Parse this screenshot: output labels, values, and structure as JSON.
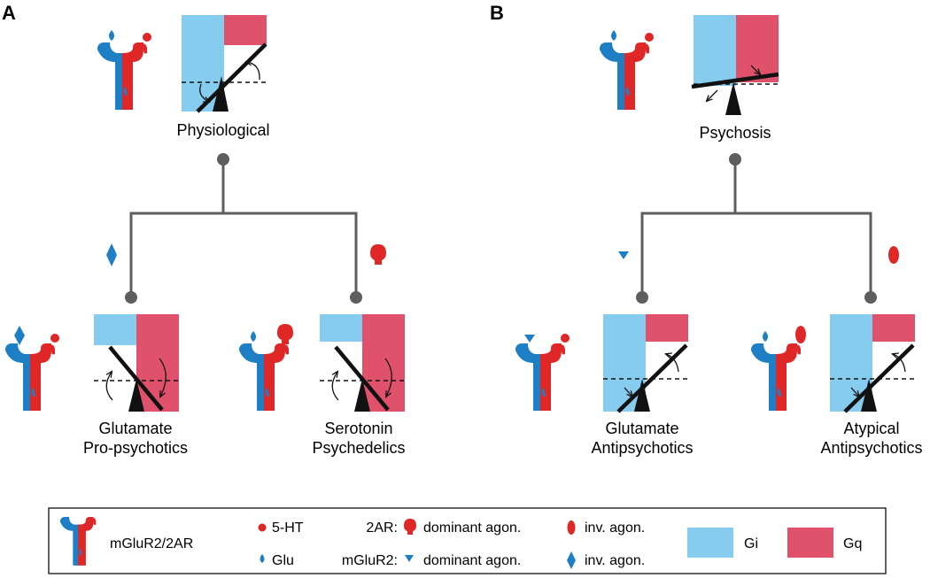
{
  "panels": {
    "a": {
      "letter": "A",
      "top_label": "Physiological",
      "left_label": [
        "Glutamate",
        "Pro-psychotics"
      ],
      "right_label": [
        "Serotonin",
        "Psychedelics"
      ]
    },
    "b": {
      "letter": "B",
      "top_label": "Psychosis",
      "left_label": [
        "Glutamate",
        "Antipsychotics"
      ],
      "right_label": [
        "Atypical",
        "Antipsychotics"
      ]
    }
  },
  "legend": {
    "receptor": "mGluR2/2AR",
    "serotonin": "5-HT",
    "glutamate": "Glu",
    "row1_prefix": "2AR:",
    "row2_prefix": "mGluR2:",
    "dominant_agonist": "dominant agon.",
    "inverse_agonist": "inv. agon.",
    "gi": "Gi",
    "gq": "Gq"
  },
  "colors": {
    "gi": "#86ccee",
    "gq": "#e0526b",
    "mglur2_blue": "#1f7fc4",
    "htr2a_red": "#df2727",
    "line_gray": "#5e5e5e",
    "beam": "#111111"
  },
  "icons": {
    "receptor": "receptor-dimer-icon",
    "serotonin": "red-dot-icon",
    "glutamate": "blue-drop-icon",
    "htr2a_dominant_agonist": "red-blob-icon",
    "htr2a_inverse_agonist": "red-ellipse-icon",
    "mglur2_dominant_agonist": "blue-triangle-icon",
    "mglur2_inverse_agonist": "blue-diamond-icon"
  }
}
